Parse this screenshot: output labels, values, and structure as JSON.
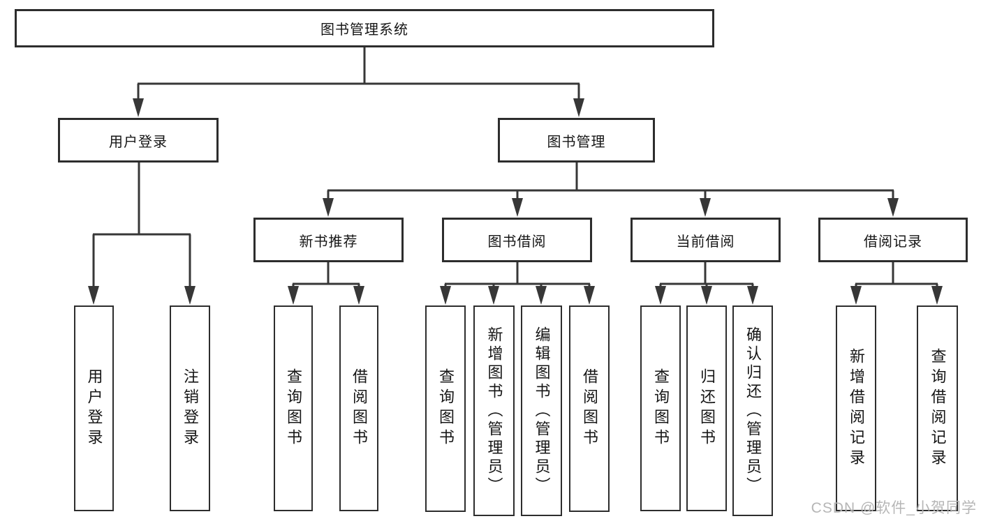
{
  "tree": {
    "label": "图书管理系统",
    "children": [
      {
        "label": "用户登录",
        "children": [
          {
            "label": "用户登录"
          },
          {
            "label": "注销登录"
          }
        ]
      },
      {
        "label": "图书管理",
        "children": [
          {
            "label": "新书推荐",
            "children": [
              {
                "label": "查询图书"
              },
              {
                "label": "借阅图书"
              }
            ]
          },
          {
            "label": "图书借阅",
            "children": [
              {
                "label": "查询图书"
              },
              {
                "label": "新增图书（管理员）"
              },
              {
                "label": "编辑图书（管理员）"
              },
              {
                "label": "借阅图书"
              }
            ]
          },
          {
            "label": "当前借阅",
            "children": [
              {
                "label": "查询图书"
              },
              {
                "label": "归还图书"
              },
              {
                "label": "确认归还（管理员）"
              }
            ]
          },
          {
            "label": "借阅记录",
            "children": [
              {
                "label": "新增借阅记录"
              },
              {
                "label": "查询借阅记录"
              }
            ]
          }
        ]
      }
    ]
  },
  "watermark": {
    "text": "CSDN @软件_小贺同学"
  },
  "colors": {
    "line": "#373737",
    "border": "#2d2d2d",
    "text": "#161616",
    "watermark_gray": "#b6b6b6",
    "background": "#ffffff"
  }
}
